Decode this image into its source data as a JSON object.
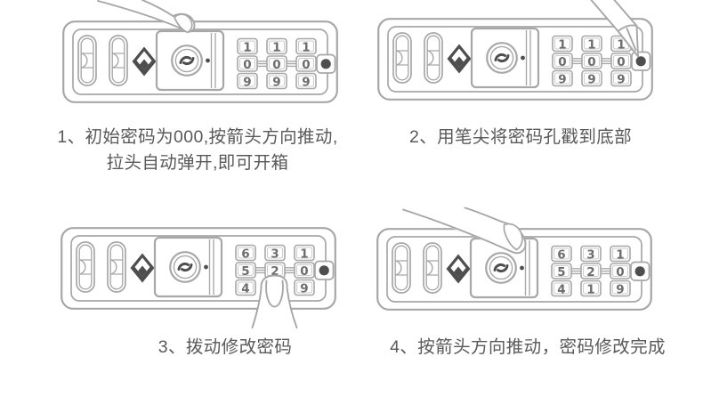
{
  "colors": {
    "outline": "#a7a7a7",
    "dark": "#4e4e4e",
    "digit": "#6d6d6d",
    "caption": "#595959"
  },
  "steps": [
    {
      "num": "1",
      "lines": [
        "1、初始密码为000,按箭头方向推动,",
        "拉头自动弹开,即可开箱"
      ],
      "pointer": "finger pressing top of sliding keyhole cover",
      "dials": [
        [
          "1",
          "0",
          "9"
        ],
        [
          "1",
          "0",
          "9"
        ],
        [
          "1",
          "0",
          "9"
        ]
      ]
    },
    {
      "num": "2",
      "lines": [
        "2、用笔尖将密码孔戳到底部"
      ],
      "pointer": "pen tip pressing reset hole button",
      "dials": [
        [
          "1",
          "0",
          "9"
        ],
        [
          "1",
          "0",
          "9"
        ],
        [
          "1",
          "0",
          "9"
        ]
      ]
    },
    {
      "num": "3",
      "lines": [
        "3、拨动修改密码"
      ],
      "pointer": "finger turning middle dial from below",
      "dials": [
        [
          "6",
          "5",
          "4"
        ],
        [
          "3",
          "2",
          ""
        ],
        [
          "1",
          "0",
          "9"
        ]
      ]
    },
    {
      "num": "4",
      "lines": [
        "4、按箭头方向推动，密码修改完成"
      ],
      "pointer": "finger sliding cover in arrow direction",
      "dials": [
        [
          "6",
          "5",
          "4"
        ],
        [
          "3",
          "2",
          "1"
        ],
        [
          "1",
          "0",
          "9"
        ]
      ]
    }
  ]
}
